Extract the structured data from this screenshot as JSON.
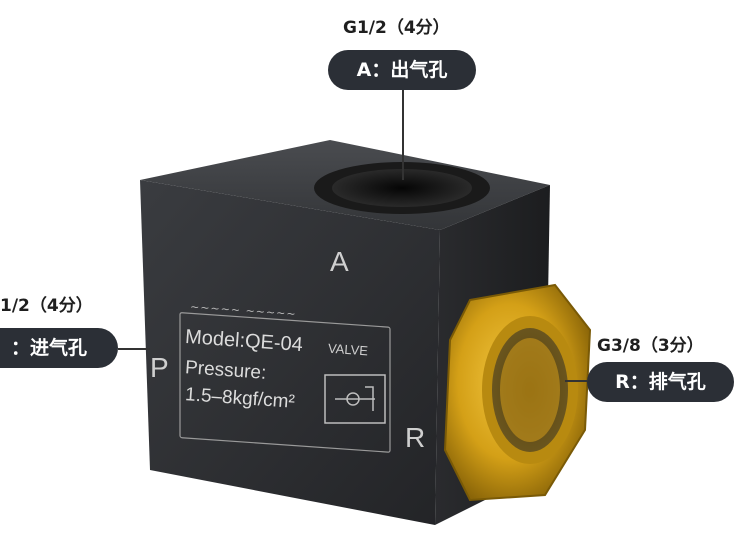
{
  "callouts": {
    "top": {
      "spec": "G1/2（4分）",
      "label": "A：出气孔"
    },
    "left": {
      "spec": "1/2（4分）",
      "label": "：进气孔"
    },
    "right": {
      "spec": "G3/8（3分）",
      "label": "R：排气孔"
    }
  },
  "valve": {
    "port_a": "A",
    "port_p": "P",
    "port_r": "R",
    "model": "Model:QE-04",
    "pressure_label": "Pressure:",
    "pressure_range": "1.5–8kgf/cm²",
    "valve_word": "VALVE",
    "brand_text": "~~~~~ ~~~~~"
  },
  "colors": {
    "body": "#2d2f33",
    "brass": "#d4a017",
    "pill_bg": "#2b2f36"
  }
}
